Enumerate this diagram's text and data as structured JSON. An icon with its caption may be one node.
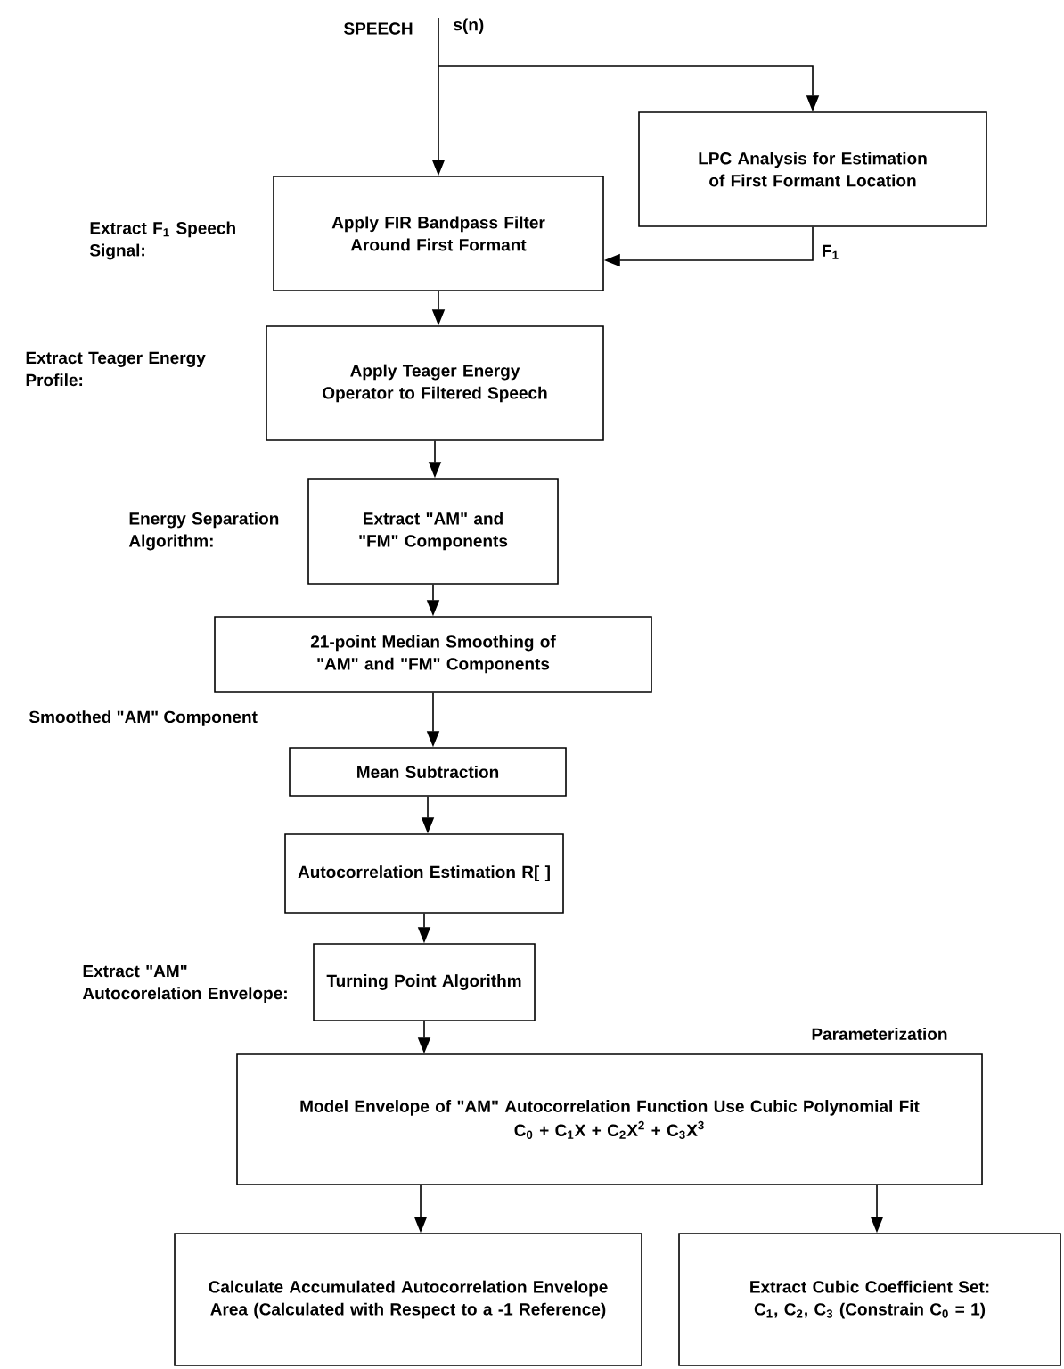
{
  "diagram": {
    "nodes": [
      {
        "text": [
          "LPC Analysis for Estimation of First Formant Location"
        ]
      },
      {
        "text": [
          "Apply FIR Bandpass Filter Around First Formant"
        ],
        "beside": [
          "Extract F$_{1}$ Speech Signal:"
        ]
      },
      {
        "text": [
          "Apply Teager Energy Operator to Filtered Speech"
        ],
        "beside": [
          "Extract Teager Energy Profile:"
        ]
      },
      {
        "text": [
          "Extract \"AM\" and \"FM\" Components"
        ],
        "beside": [
          "Energy Separation Algorithm:"
        ]
      },
      {
        "text": [
          "21-point Median Smoothing of \"AM\" and \"FM\" Components"
        ]
      },
      {
        "text": [
          "Mean Subtraction"
        ]
      },
      {
        "text": [
          "Autocorrelation Estimation R[ ]"
        ]
      },
      {
        "text": [
          "Turning Point Algorithm"
        ],
        "beside": [
          "Extract \"AM\" Autocorelation Envelope:"
        ]
      },
      {
        "text": [
          "Model Envelope of \"AM\" Autocorrelation Function Use Cubic Polynomial Fit",
          "C$_{0}$ + C$_{1}$X + C$_{2}$X$^{2}$ + C$_{3}$X$^{3}$"
        ],
        "beside": [
          "Parameterization"
        ]
      },
      {
        "text": [
          "Calculate Accumulated Autocorrelation Envelope Area (Calculated with Respect to a -1 Reference)"
        ]
      },
      {
        "text": [
          "Extract Cubic Coefficient Set: C$_{1}$, C$_{2}$, C$_{3}$ (Constrain C$_{0}$ = 1)"
        ]
      }
    ],
    "edges": [
      {
        "from": null,
        "to": 1,
        "arrow": "to",
        "label": "s(n)"
      },
      {
        "from": null,
        "to": 0,
        "arrow": "to"
      },
      {
        "from": 0,
        "to": 1,
        "arrow": "to",
        "label": "F$_{1}$"
      },
      {
        "from": 1,
        "to": 2,
        "arrow": "to"
      },
      {
        "from": 2,
        "to": 3,
        "arrow": "to"
      },
      {
        "from": 3,
        "to": 4,
        "arrow": "to"
      },
      {
        "from": 4,
        "to": 5,
        "arrow": "to"
      },
      {
        "from": 5,
        "to": 6,
        "arrow": "to"
      },
      {
        "from": 6,
        "to": 7,
        "arrow": "to"
      },
      {
        "from": 7,
        "to": 8,
        "arrow": "to"
      },
      {
        "from": 8,
        "to": 9,
        "arrow": "to"
      },
      {
        "from": 8,
        "to": 10,
        "arrow": "to"
      }
    ],
    "labels": [
      "SPEECH",
      "Smoothed \"AM\" Component"
    ]
  }
}
